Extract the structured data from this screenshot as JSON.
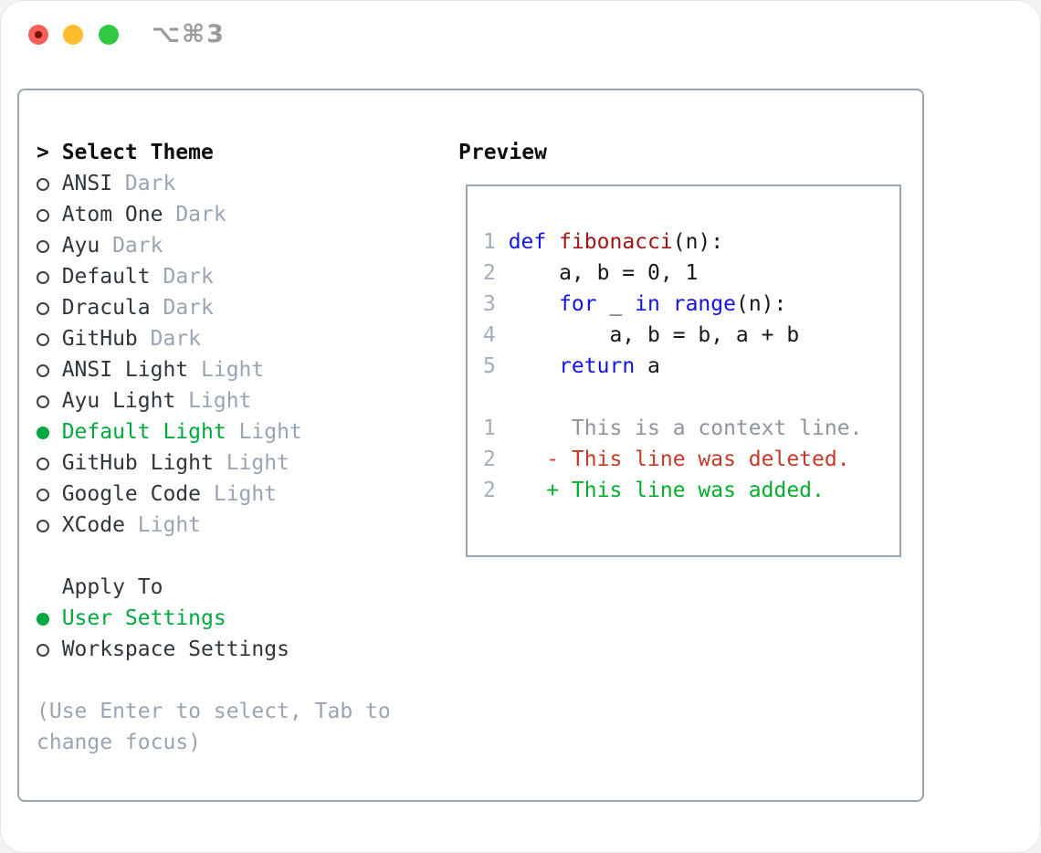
{
  "window": {
    "shortcut_label": "⌥⌘3"
  },
  "colors": {
    "traffic_red": "#f4605a",
    "traffic_red_dot": "#7d100d",
    "traffic_yellow": "#fcbc2e",
    "traffic_green": "#2fc944",
    "shortcut_gray": "#9b9b9b",
    "border": "#9ca6b0",
    "text": "#30363d",
    "muted": "#9aa4b2",
    "accent_green": "#00a83e",
    "keyword_blue": "#1414e0",
    "function_red": "#a31515",
    "line_number": "#a4adbb",
    "context_gray": "#8f959e",
    "diff_deleted": "#c43a28",
    "diff_added": "#00ad2c"
  },
  "theme_picker": {
    "prompt": ">",
    "title": "Select Theme",
    "items": [
      {
        "name": "ANSI",
        "variant": "Dark",
        "selected": false
      },
      {
        "name": "Atom One",
        "variant": "Dark",
        "selected": false
      },
      {
        "name": "Ayu",
        "variant": "Dark",
        "selected": false
      },
      {
        "name": "Default",
        "variant": "Dark",
        "selected": false
      },
      {
        "name": "Dracula",
        "variant": "Dark",
        "selected": false
      },
      {
        "name": "GitHub",
        "variant": "Dark",
        "selected": false
      },
      {
        "name": "ANSI Light",
        "variant": "Light",
        "selected": false
      },
      {
        "name": "Ayu Light",
        "variant": "Light",
        "selected": false
      },
      {
        "name": "Default Light",
        "variant": "Light",
        "selected": true
      },
      {
        "name": "GitHub Light",
        "variant": "Light",
        "selected": false
      },
      {
        "name": "Google Code",
        "variant": "Light",
        "selected": false
      },
      {
        "name": "XCode",
        "variant": "Light",
        "selected": false
      }
    ],
    "apply_to": {
      "title": "Apply To",
      "options": [
        {
          "label": "User Settings",
          "selected": true
        },
        {
          "label": "Workspace Settings",
          "selected": false
        }
      ]
    },
    "hint_lines": [
      "(Use Enter to select, Tab to",
      "change focus)"
    ]
  },
  "preview": {
    "title": "Preview",
    "code_lines": [
      {
        "num": "1",
        "tokens": [
          {
            "text": "def",
            "type": "kw"
          },
          {
            "text": " ",
            "type": "plain"
          },
          {
            "text": "fibonacci",
            "type": "fn"
          },
          {
            "text": "(n):",
            "type": "plain"
          }
        ]
      },
      {
        "num": "2",
        "tokens": [
          {
            "text": "    a, b = 0, 1",
            "type": "plain"
          }
        ]
      },
      {
        "num": "3",
        "tokens": [
          {
            "text": "    ",
            "type": "plain"
          },
          {
            "text": "for",
            "type": "kw"
          },
          {
            "text": " _ ",
            "type": "plain"
          },
          {
            "text": "in",
            "type": "kw"
          },
          {
            "text": " ",
            "type": "plain"
          },
          {
            "text": "range",
            "type": "kw"
          },
          {
            "text": "(n):",
            "type": "plain"
          }
        ]
      },
      {
        "num": "4",
        "tokens": [
          {
            "text": "        a, b = b, a + b",
            "type": "plain"
          }
        ]
      },
      {
        "num": "5",
        "tokens": [
          {
            "text": "    ",
            "type": "plain"
          },
          {
            "text": "return",
            "type": "kw"
          },
          {
            "text": " a",
            "type": "plain"
          }
        ]
      }
    ],
    "diff_lines": [
      {
        "num": "1",
        "text": "     This is a context line.",
        "type": "context"
      },
      {
        "num": "2",
        "text": "   - This line was deleted.",
        "type": "deleted"
      },
      {
        "num": "2",
        "text": "   + This line was added.",
        "type": "added"
      }
    ]
  }
}
